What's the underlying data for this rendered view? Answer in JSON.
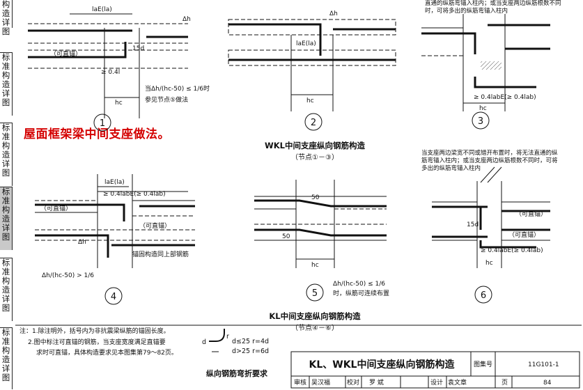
{
  "sidebar": [
    {
      "label": "构造详图",
      "dark": false
    },
    {
      "label": "标准构造详图",
      "dark": false
    },
    {
      "label": "标准构造详图",
      "dark": false
    },
    {
      "label": "标准构造详图",
      "dark": true
    },
    {
      "label": "标准构造详图",
      "dark": false
    },
    {
      "label": "标准构造详图",
      "dark": false
    }
  ],
  "red_note": "屋面框架梁中间支座做法。",
  "group_top": {
    "title": "WKL中间支座纵向钢筋构造",
    "subtitle": "（节点①－③）"
  },
  "group_bottom": {
    "title": "KL中间支座纵向钢筋构造",
    "subtitle": "（节点④－⑥）"
  },
  "nodes": {
    "n1": {
      "num": "1",
      "straight": "（可直锚）",
      "anchor": "≥ 0.4l",
      "bend": "15d",
      "laE": "laE(la)",
      "hc": "hc",
      "delta": "Δh",
      "cond": "当Δh/(hc-50) ≤ 1/6时",
      "cond2": "参见节点⑤做法"
    },
    "n2": {
      "num": "2",
      "laE": "laE(la)",
      "hc": "hc",
      "delta": "Δh"
    },
    "n3": {
      "num": "3",
      "text": "直通的纵筋弯锚入柱内；或当支座两边纵筋根数不同时，可将多出的纵筋弯锚入柱内",
      "anchor": "≥ 0.4labE(≥ 0.4lab)",
      "hc": "hc"
    },
    "n4": {
      "num": "4",
      "straight": "（可直锚）",
      "straight2": "（可直锚）",
      "anchor": "≥ 0.4labE(≥ 0.4lab)",
      "laE": "laE(la)",
      "leader": "锚固构造同上部钢筋",
      "cond": "Δh/(hc-50) > 1/6",
      "delta": "Δh"
    },
    "n5": {
      "num": "5",
      "v1": "50",
      "v2": "50",
      "cond": "Δh/(hc-50) ≤ 1/6",
      "cond2": "时，纵筋可连续布置",
      "hc": "hc"
    },
    "n6": {
      "num": "6",
      "text": "当支座两边梁宽不同或错开布置时，将无法直通的纵筋弯锚入柱内；或当支座两边纵筋根数不同时，可将多出的纵筋弯锚入柱内",
      "straight": "（可直锚）",
      "straight2": "（可直锚）",
      "anchor": "≥ 0.4labE(≥ 0.4lab)",
      "bend": "15d",
      "hc": "hc"
    }
  },
  "notes": [
    "注：1.除注明外，括号内为非抗震梁纵筋的锚固长度。",
    "2.图中标注可直锚的钢筋，当支座宽度满足直锚要",
    "求时可直锚，具体构造要求见本图集第79～82页。"
  ],
  "bend_req": {
    "title": "纵向钢筋弯折要求",
    "r1": "d≤25  r=4d",
    "r2": "d>25  r=6d",
    "d": "d",
    "r": "r"
  },
  "titleblock": {
    "title": "KL、WKL中间支座纵向钢筋构造",
    "atlas_label": "图集号",
    "atlas": "11G101-1",
    "review": "审核",
    "review_name": "吴汉福",
    "check": "校对",
    "check_name": "罗 斌",
    "design": "设计",
    "design_name": "袁文章",
    "page_label": "页",
    "page": "84"
  }
}
